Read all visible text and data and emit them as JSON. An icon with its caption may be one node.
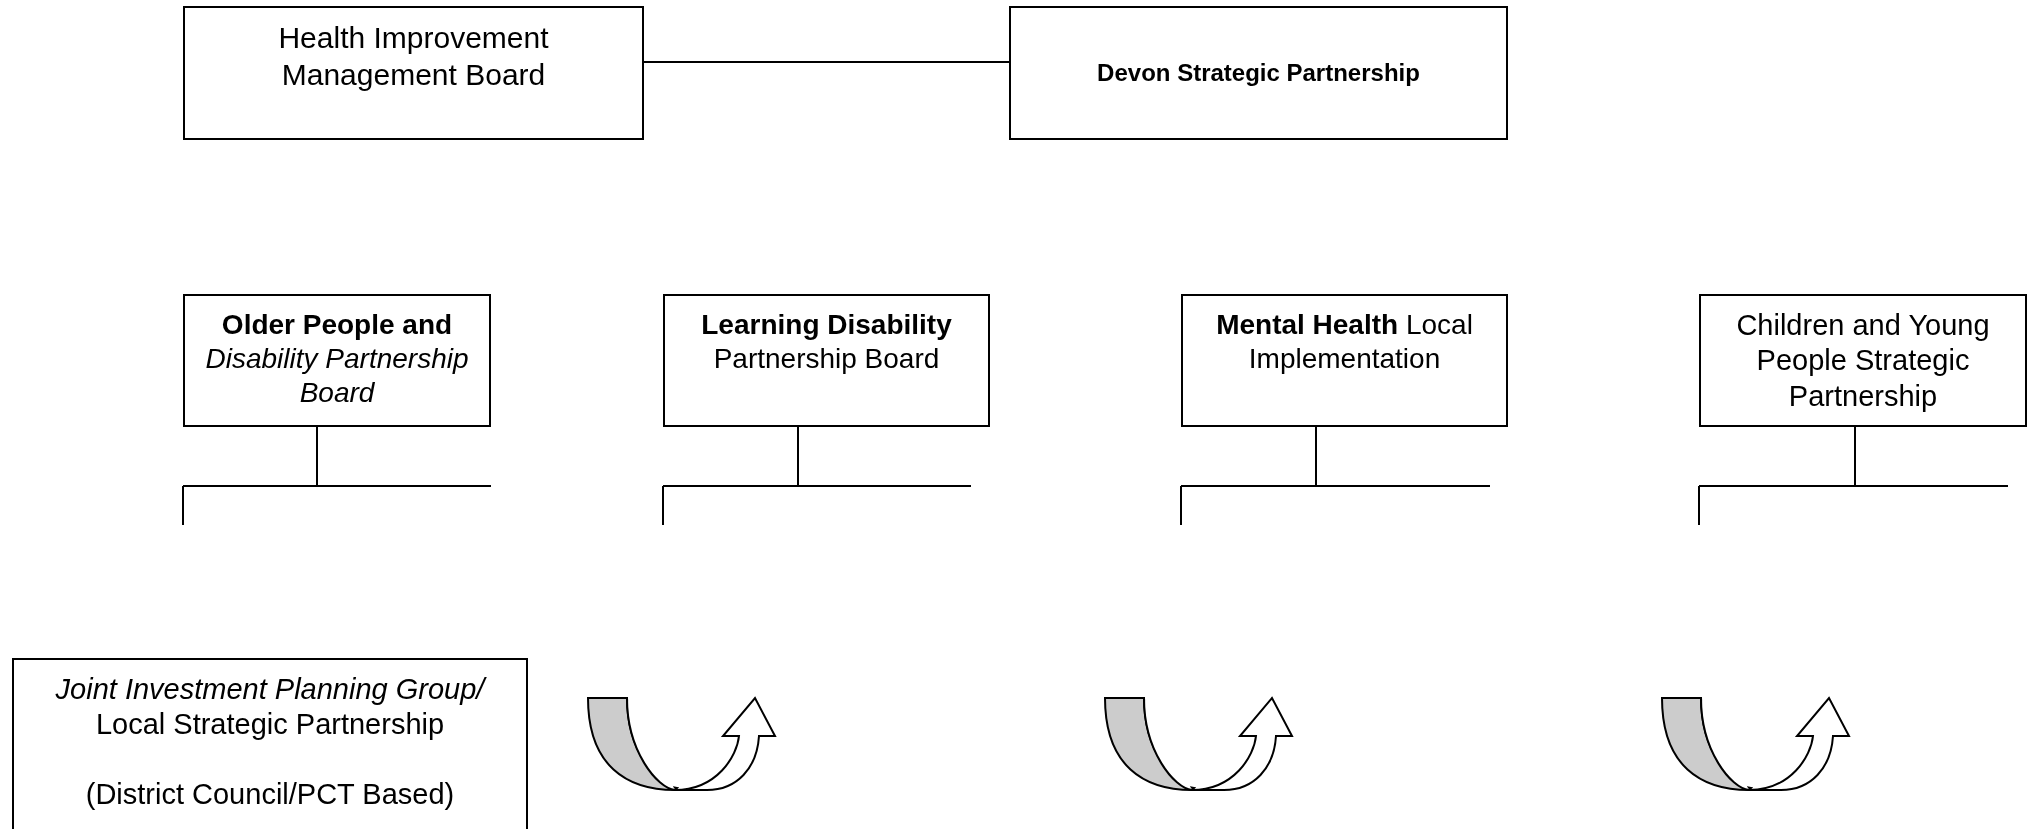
{
  "diagram": {
    "nodes": [
      {
        "text": [
          "Health Improvement Management Board"
        ]
      },
      {
        "text": [
          "**Devon Strategic Partnership**"
        ]
      },
      {
        "text": [
          "**Older People and** *Disability Partnership Board*"
        ]
      },
      {
        "text": [
          "**Learning Disability** Partnership Board"
        ]
      },
      {
        "text": [
          "**Mental Health** Local Implementation"
        ]
      },
      {
        "text": [
          "Children and Young People Strategic Partnership"
        ]
      },
      {
        "text": [
          "*Joint Investment Planning Group/* Local Strategic Partnership",
          "(District Council/PCT Based)"
        ]
      }
    ],
    "edges": [
      {
        "from": 0,
        "to": 1,
        "arrow": "none"
      }
    ]
  }
}
